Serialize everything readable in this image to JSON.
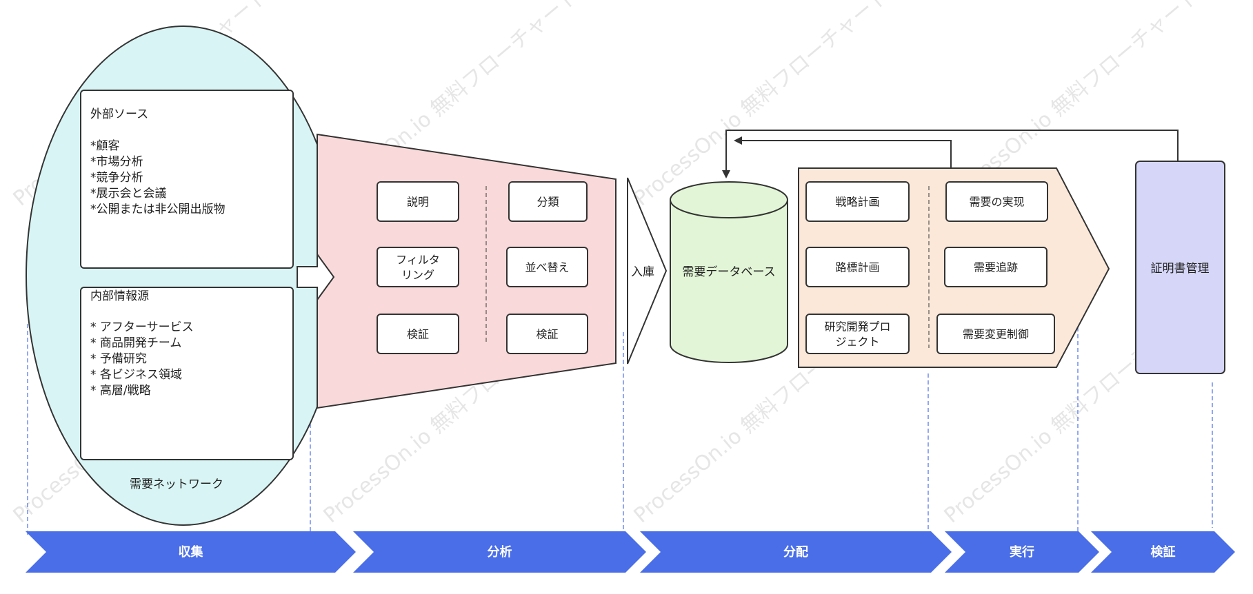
{
  "watermark": "ProcessOn.io 無料フローチャート",
  "colors": {
    "stage_band": "#4a6ee8",
    "network_fill": "#d8f4f4",
    "analysis_fill": "#f9d9d9",
    "database_fill": "#e2f5d6",
    "execution_fill": "#fbe8d9",
    "certificate_fill": "#d5d6f8",
    "divider_dash": "#4a6ee8"
  },
  "network": {
    "label": "需要ネットワーク",
    "external": {
      "title": "外部ソース",
      "items": [
        "*顧客",
        "*市場分析",
        "*競争分析",
        "*展示会と会議",
        "*公開または非公開出版物"
      ]
    },
    "internal": {
      "title": "内部情報源",
      "items": [
        "* アフターサービス",
        "* 商品開発チーム",
        "* 予備研究",
        "* 各ビジネス領域",
        "* 高層/戦略"
      ]
    }
  },
  "analysis": {
    "left": [
      "説明",
      "フィルタリング",
      "検証"
    ],
    "left_wrapped": [
      [
        "説明"
      ],
      [
        "フィルタ",
        "リング"
      ],
      [
        "検証"
      ]
    ],
    "right": [
      "分類",
      "並べ替え",
      "検証"
    ]
  },
  "inbound": {
    "label": "入庫"
  },
  "database": {
    "label": "需要データベース"
  },
  "execution": {
    "left": [
      "戦略計画",
      "路標計画",
      "研究開発プロジェクト"
    ],
    "left_wrapped": [
      [
        "戦略計画"
      ],
      [
        "路標計画"
      ],
      [
        "研究開発プロ",
        "ジェクト"
      ]
    ],
    "right": [
      "需要の実现",
      "需要追跡",
      "需要変更制御"
    ]
  },
  "certificate": {
    "label": "証明書管理"
  },
  "stages": [
    "収集",
    "分析",
    "分配",
    "実行",
    "検証"
  ]
}
